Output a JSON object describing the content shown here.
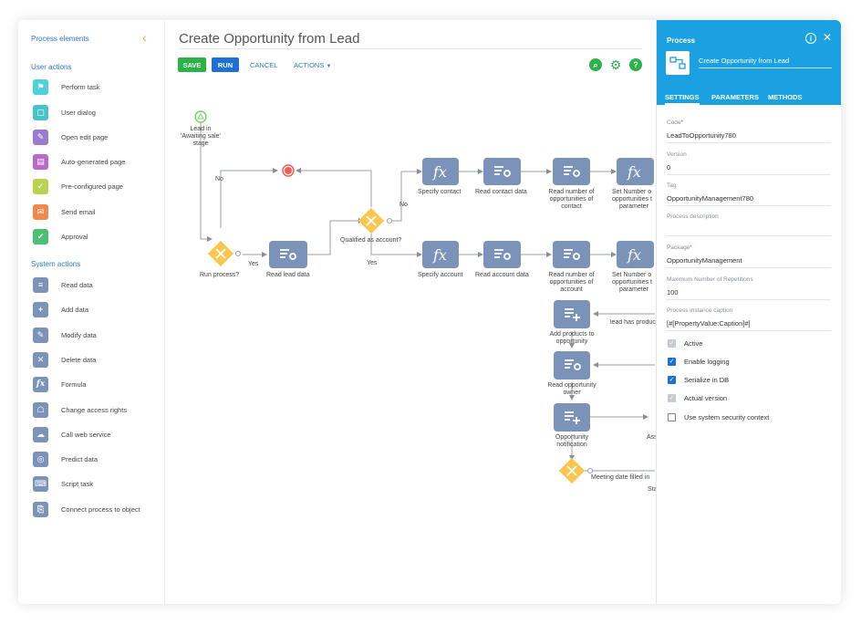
{
  "sidebar": {
    "header": "Process elements",
    "user_actions_title": "User actions",
    "user_actions": [
      {
        "label": "Perform task",
        "icon": "flag-icon"
      },
      {
        "label": "User dialog",
        "icon": "user-dialog-icon"
      },
      {
        "label": "Open edit page",
        "icon": "edit-page-icon"
      },
      {
        "label": "Auto-generated page",
        "icon": "auto-page-icon"
      },
      {
        "label": "Pre-configured page",
        "icon": "preconfigured-page-icon"
      },
      {
        "label": "Send email",
        "icon": "email-icon"
      },
      {
        "label": "Approval",
        "icon": "approval-icon"
      }
    ],
    "system_actions_title": "System actions",
    "system_actions": [
      {
        "label": "Read data",
        "icon": "read-data-icon"
      },
      {
        "label": "Add data",
        "icon": "add-data-icon"
      },
      {
        "label": "Modify data",
        "icon": "modify-data-icon"
      },
      {
        "label": "Delete data",
        "icon": "delete-data-icon"
      },
      {
        "label": "Formula",
        "icon": "formula-icon"
      },
      {
        "label": "Change access rights",
        "icon": "access-rights-icon"
      },
      {
        "label": "Call web service",
        "icon": "web-service-icon"
      },
      {
        "label": "Predict data",
        "icon": "predict-data-icon"
      },
      {
        "label": "Script task",
        "icon": "script-task-icon"
      },
      {
        "label": "Connect process to object",
        "icon": "connect-process-icon"
      }
    ]
  },
  "main": {
    "title": "Create Opportunity from Lead",
    "toolbar": {
      "save": "SAVE",
      "run": "RUN",
      "cancel": "CANCEL",
      "actions": "ACTIONS"
    }
  },
  "diagram": {
    "start_label": [
      "Lead in",
      "'Awaiting sale'",
      "stage"
    ],
    "run_process": "Run process?",
    "no_top": "No",
    "yes_run": "Yes",
    "read_lead": "Read lead data",
    "qualified": "Qualified as account?",
    "no_mid": "No",
    "yes_mid": "Yes",
    "specify_contact": "Specify contact",
    "read_contact": "Read contact data",
    "read_num_contact": [
      "Read number of",
      "opportunities of",
      "contact"
    ],
    "set_number_top": [
      "Set Number o",
      "opportunities t",
      "parameter"
    ],
    "specify_account": "Specify account",
    "read_account": "Read account data",
    "read_num_account": [
      "Read number of",
      "opportunities of",
      "account"
    ],
    "set_number_bottom": [
      "Set Number o",
      "opportunities t",
      "parameter"
    ],
    "add_products": [
      "Add products to",
      "opportunity"
    ],
    "lead_has_product": "lead has produc",
    "read_owner": [
      "Read opportunity",
      "owner"
    ],
    "opportunity_notification": [
      "Opportunity",
      "notification"
    ],
    "ass_fragment": "Ass",
    "meeting_date": "Meeting date filled in",
    "sta_fragment": "Sta"
  },
  "panel": {
    "title": "Process",
    "process_name": "Create Opportunity from Lead",
    "tabs": [
      "SETTINGS",
      "PARAMETERS",
      "METHODS"
    ],
    "fields": {
      "code_label": "Code",
      "code_value": "LeadToOpportunity780",
      "version_label": "Version",
      "version_value": "0",
      "tag_label": "Tag",
      "tag_value": "OpportunityManagement780",
      "description_label": "Process description",
      "package_label": "Package",
      "package_value": "OpportunityManagement",
      "max_rep_label": "Maximum Number of Repetitions",
      "max_rep_value": "100",
      "caption_label": "Process instance caption",
      "caption_value": "[#[PropertyValue:Caption]#]"
    },
    "checkboxes": [
      {
        "label": "Active",
        "state": "disabled-checked"
      },
      {
        "label": "Enable logging",
        "state": "checked"
      },
      {
        "label": "Serialize in DB",
        "state": "checked"
      },
      {
        "label": "Actual version",
        "state": "disabled-checked"
      },
      {
        "label": "Use system security context",
        "state": "unchecked"
      }
    ]
  },
  "colors": {
    "accent_blue": "#1ba1e2",
    "save_green": "#2bb34a",
    "run_blue": "#1f6fd6",
    "task_node": "#7b93b9",
    "gateway": "#f9c74f",
    "end_event": "#f25c54"
  }
}
